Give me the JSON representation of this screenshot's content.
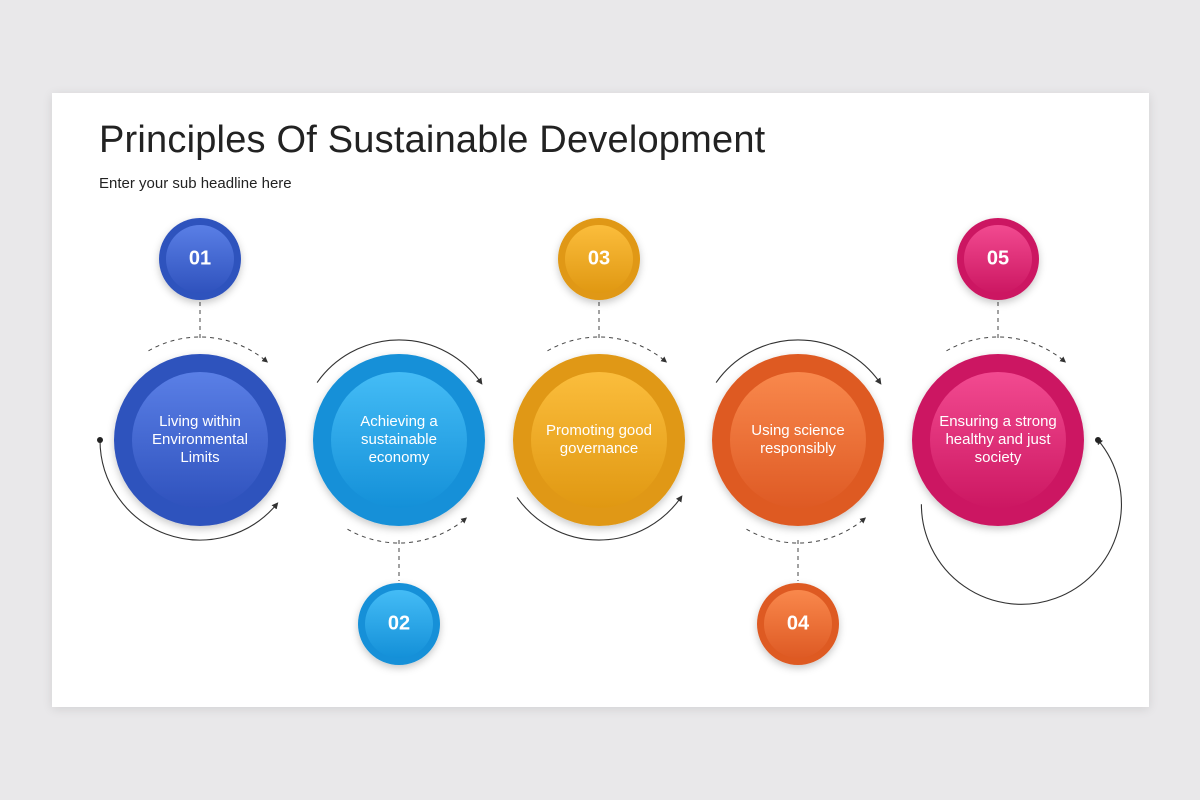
{
  "title": "Principles Of Sustainable Development",
  "subtitle": "Enter your sub headline here",
  "steps": [
    {
      "number": "01",
      "label": "Living within Environmental Limits",
      "color": "#3b64d6",
      "color_light": "#5a7fe6",
      "color_dark": "#2f52bd"
    },
    {
      "number": "02",
      "label": "Achieving a sustainable economy",
      "color": "#1aa4ee",
      "color_light": "#44bcf6",
      "color_dark": "#1490d8"
    },
    {
      "number": "03",
      "label": "Promoting good governance",
      "color": "#f5a816",
      "color_light": "#fbbd3c",
      "color_dark": "#e09812"
    },
    {
      "number": "04",
      "label": "Using science responsibly",
      "color": "#f26a2e",
      "color_light": "#f9884c",
      "color_dark": "#de5a24"
    },
    {
      "number": "05",
      "label": "Ensuring a strong healthy and just society",
      "color": "#e91e74",
      "color_light": "#f24a90",
      "color_dark": "#cc1762"
    }
  ]
}
